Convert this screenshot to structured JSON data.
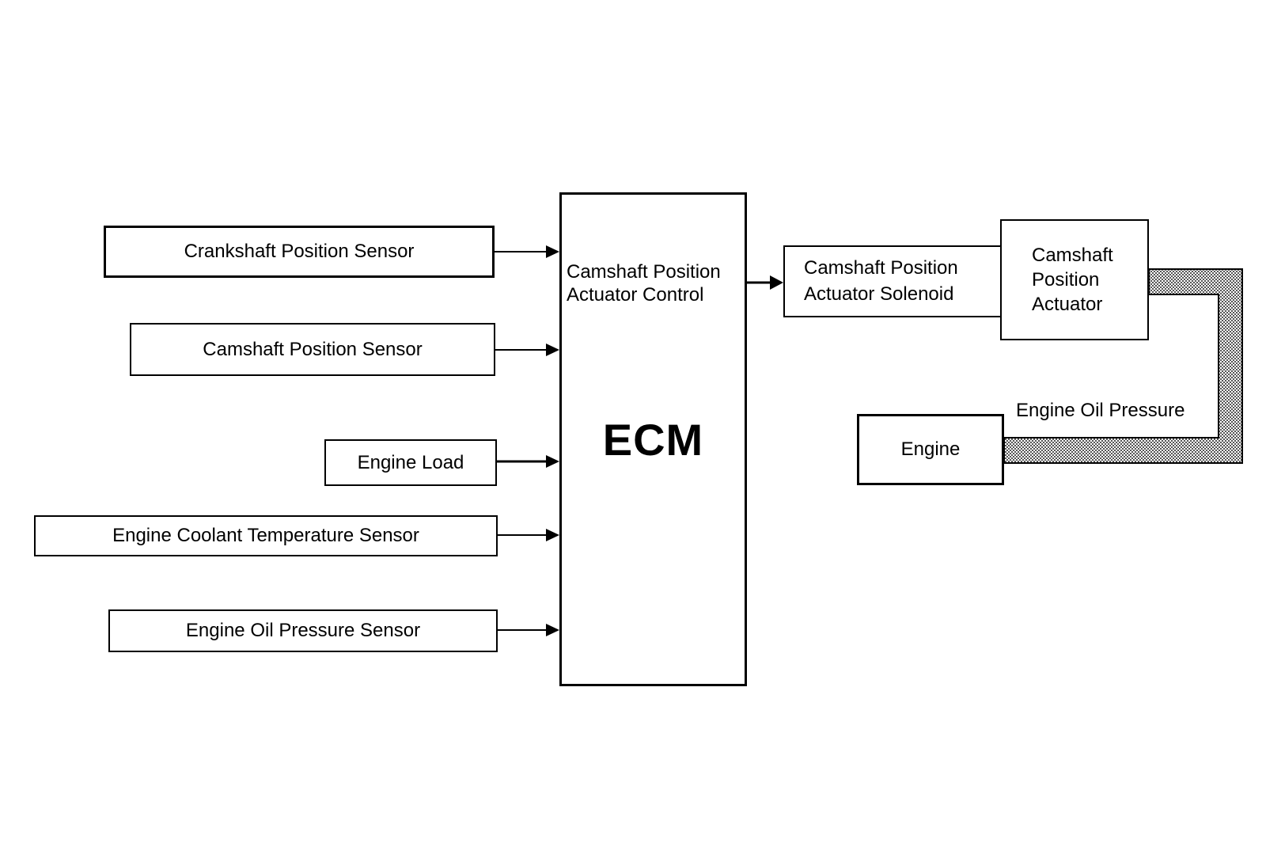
{
  "inputs": {
    "crankshaft_sensor": "Crankshaft Position Sensor",
    "camshaft_sensor": "Camshaft Position Sensor",
    "engine_load": "Engine Load",
    "coolant_sensor": "Engine Coolant Temperature Sensor",
    "oil_pressure_sensor": "Engine Oil Pressure Sensor"
  },
  "ecm": {
    "function_label": "Camshaft Position\nActuator Control",
    "title": "ECM"
  },
  "outputs": {
    "solenoid": "Camshaft Position\nActuator Solenoid",
    "actuator": "Camshaft\nPosition\nActuator",
    "engine": "Engine",
    "oil_pressure_line": "Engine Oil Pressure"
  }
}
